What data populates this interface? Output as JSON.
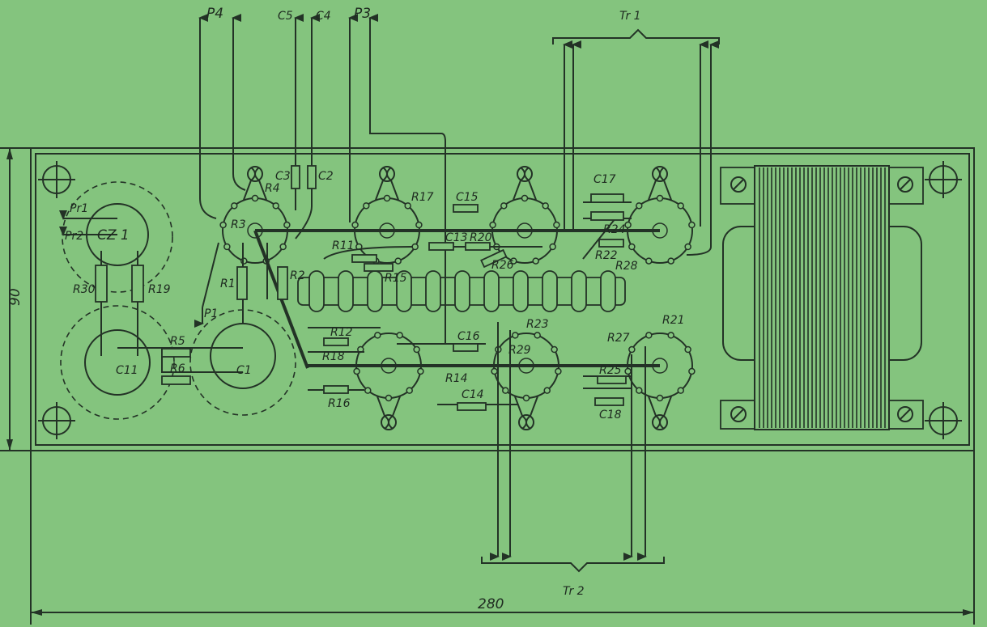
{
  "diagram": {
    "title": "Circuit board component layout",
    "colors": {
      "background": "#84c47e",
      "ink": "#233226"
    },
    "dimensions": {
      "height": "90",
      "width": "280"
    },
    "connections": {
      "P4": "P4",
      "C5": "C5",
      "C4": "C4",
      "P3": "P3",
      "Tr1": "Tr 1",
      "Tr2": "Tr 2",
      "P1": "P1",
      "Pr1": "Pr1",
      "Pr2": "Pr2"
    },
    "components": {
      "C1": "C1",
      "C2": "C2",
      "C3": "C3",
      "C11": "C11",
      "C13": "C13",
      "C14": "C14",
      "C15": "C15",
      "C16": "C16",
      "C17": "C17",
      "C18": "C18",
      "CZ1": "CZ 1",
      "R1": "R1",
      "R2": "R2",
      "R3": "R3",
      "R4": "R4",
      "R5": "R5",
      "R6": "R6",
      "R11": "R11",
      "R12": "R12",
      "R14": "R14",
      "R15": "R15",
      "R16": "R16",
      "R17": "R17",
      "R18": "R18",
      "R19": "R19",
      "R20": "R20",
      "R21": "R21",
      "R22": "R22",
      "R23": "R23",
      "R24": "R24",
      "R25": "R25",
      "R26": "R26",
      "R27": "R27",
      "R28": "R28",
      "R29": "R29",
      "R30": "R30"
    }
  }
}
